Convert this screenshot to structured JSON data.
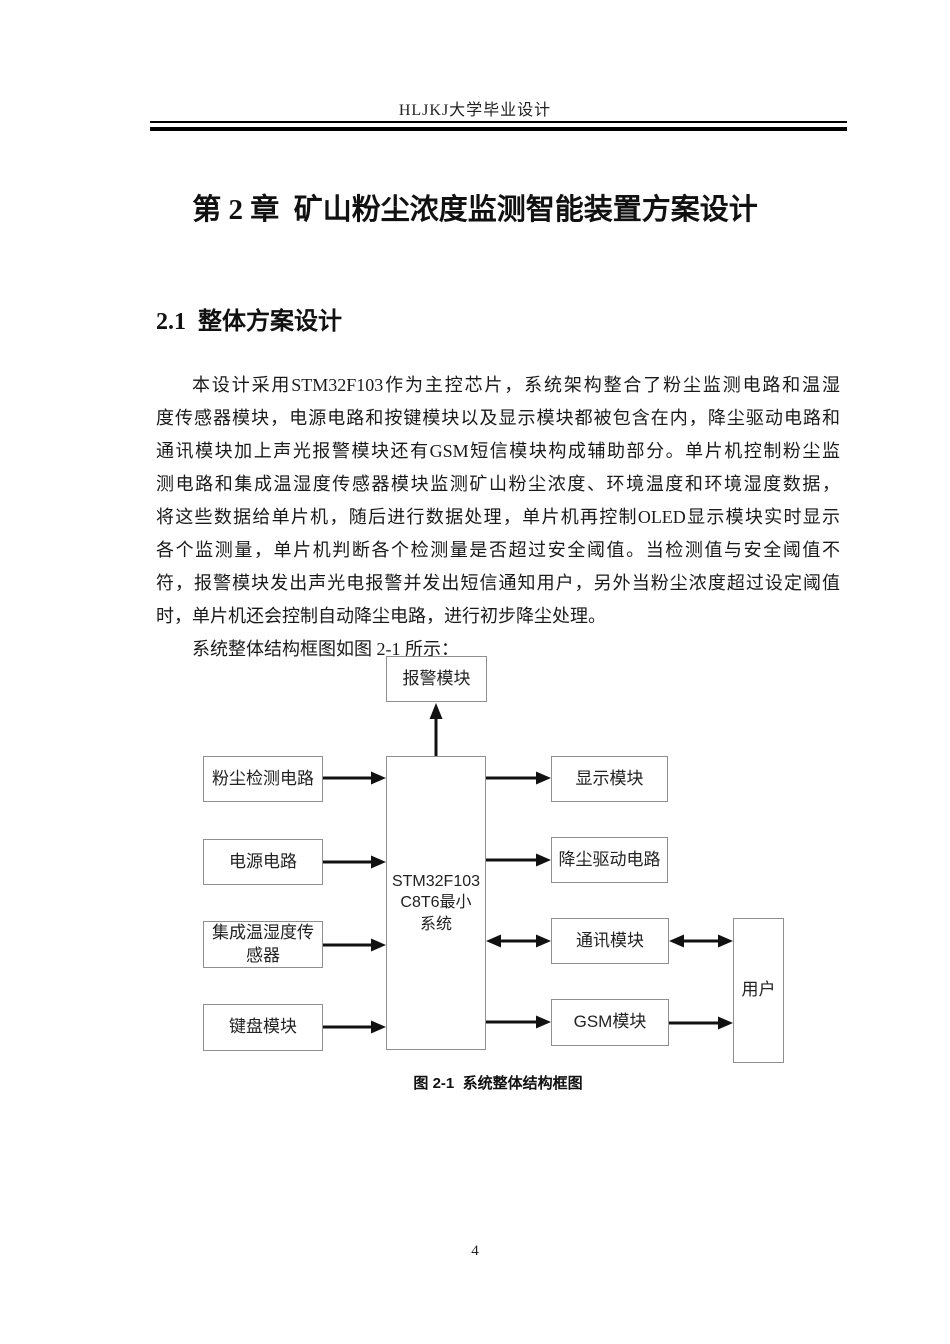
{
  "header": {
    "text": "HLJKJ大学毕业设计"
  },
  "chapter": {
    "title": "第 2 章  矿山粉尘浓度监测智能装置方案设计"
  },
  "section": {
    "title": "2.1  整体方案设计"
  },
  "body": {
    "paragraph1_lines": [
      "本设计采用STM32F103作为主控芯片，系统架构整合了粉尘监测电路和温湿",
      "度传感器模块，电源电路和按键模块以及显示模块都被包含在内，降尘驱动电路和",
      "通讯模块加上声光报警模块还有GSM短信模块构成辅助部分。单片机控制粉尘监",
      "测电路和集成温湿度传感器模块监测矿山粉尘浓度、环境温度和环境湿度数据，",
      "将这些数据给单片机，随后进行数据处理，单片机再控制OLED显示模块实时显示",
      "各个监测量，单片机判断各个检测量是否超过安全阈值。当检测值与安全阈值不",
      "符，报警模块发出声光电报警并发出短信通知用户，另外当粉尘浓度超过设定阈值",
      "时，单片机还会控制自动降尘电路，进行初步降尘处理。"
    ],
    "paragraph2": "系统整体结构框图如图 2-1 所示："
  },
  "diagram": {
    "boxes": {
      "alarm": {
        "label": "报警模块"
      },
      "dust_detect": {
        "label": "粉尘检测电路"
      },
      "power": {
        "label": "电源电路"
      },
      "temp_humidity": {
        "line1": "集成温湿度传",
        "line2": "感器"
      },
      "keyboard": {
        "label": "键盘模块"
      },
      "mcu": {
        "line1": "STM32F103",
        "line2": "C8T6最小",
        "line3": "系统"
      },
      "display": {
        "label": "显示模块"
      },
      "dust_drive": {
        "label": "降尘驱动电路"
      },
      "comm": {
        "label": "通讯模块"
      },
      "gsm": {
        "label": "GSM模块"
      },
      "user": {
        "label": "用户"
      }
    },
    "caption": "图 2-1  系统整体结构框图"
  },
  "footer": {
    "page_number": "4"
  },
  "colors": {
    "text": "#1a1a1a",
    "box_border": "#8f8f8f",
    "arrow": "#111111",
    "rule": "#000000"
  }
}
